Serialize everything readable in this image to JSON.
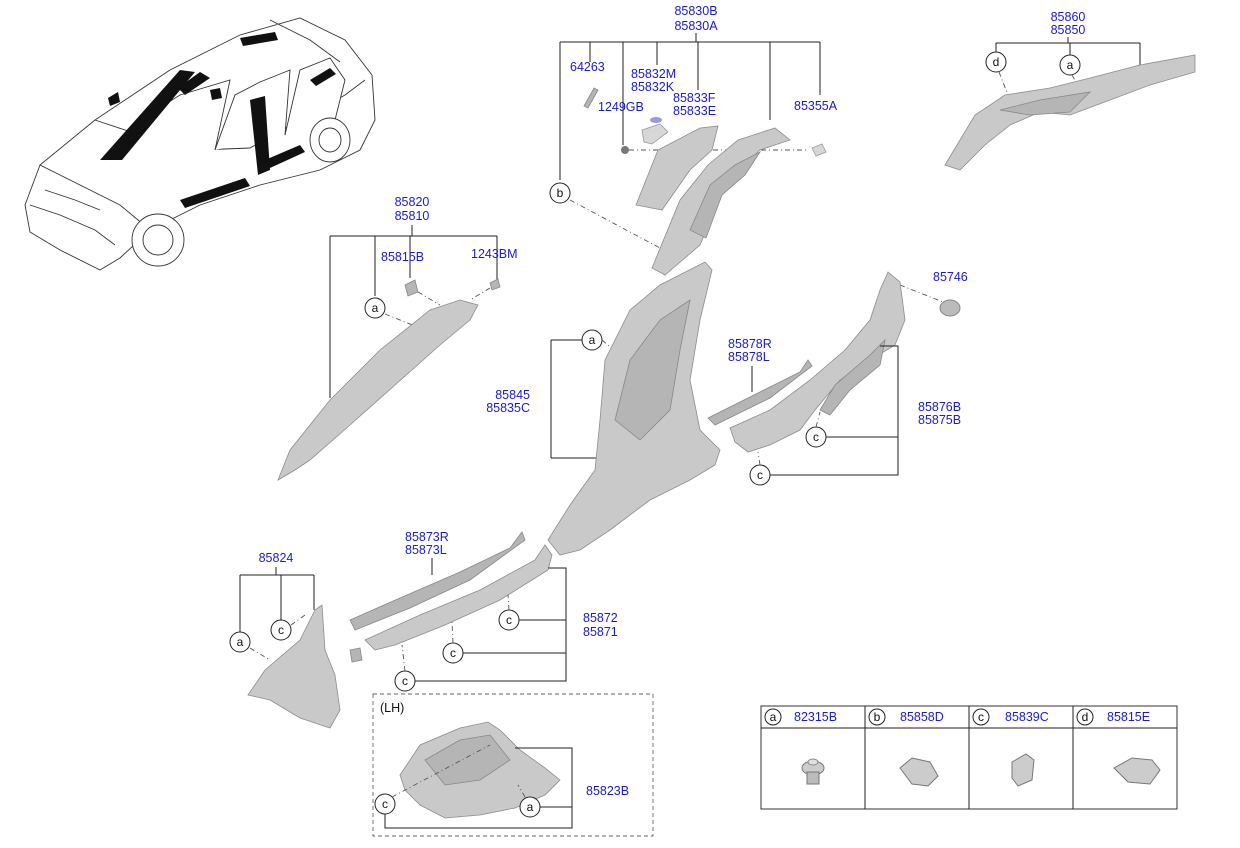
{
  "labels": {
    "p85830B": "85830B",
    "p85830A": "85830A",
    "p64263": "64263",
    "p85832M": "85832M",
    "p85832K": "85832K",
    "p1249GB": "1249GB",
    "p85833F": "85833F",
    "p85833E": "85833E",
    "p85355A": "85355A",
    "p85860": "85860",
    "p85850": "85850",
    "p85820": "85820",
    "p85810": "85810",
    "p85815B": "85815B",
    "p1243BM": "1243BM",
    "p85746": "85746",
    "p85878R": "85878R",
    "p85878L": "85878L",
    "p85845": "85845",
    "p85835C": "85835C",
    "p85876B": "85876B",
    "p85875B": "85875B",
    "p85873R": "85873R",
    "p85873L": "85873L",
    "p85824": "85824",
    "p85872": "85872",
    "p85871": "85871",
    "lh": "(LH)",
    "p85823B": "85823B"
  },
  "callouts": {
    "a": "a",
    "b": "b",
    "c": "c",
    "d": "d"
  },
  "legend": {
    "items": [
      {
        "key": "a",
        "part": "82315B"
      },
      {
        "key": "b",
        "part": "85858D"
      },
      {
        "key": "c",
        "part": "85839C"
      },
      {
        "key": "d",
        "part": "85815E"
      }
    ]
  },
  "colors": {
    "part_number": "#1a1ad6",
    "part_fill": "#c9c9c9",
    "line": "#222222"
  }
}
